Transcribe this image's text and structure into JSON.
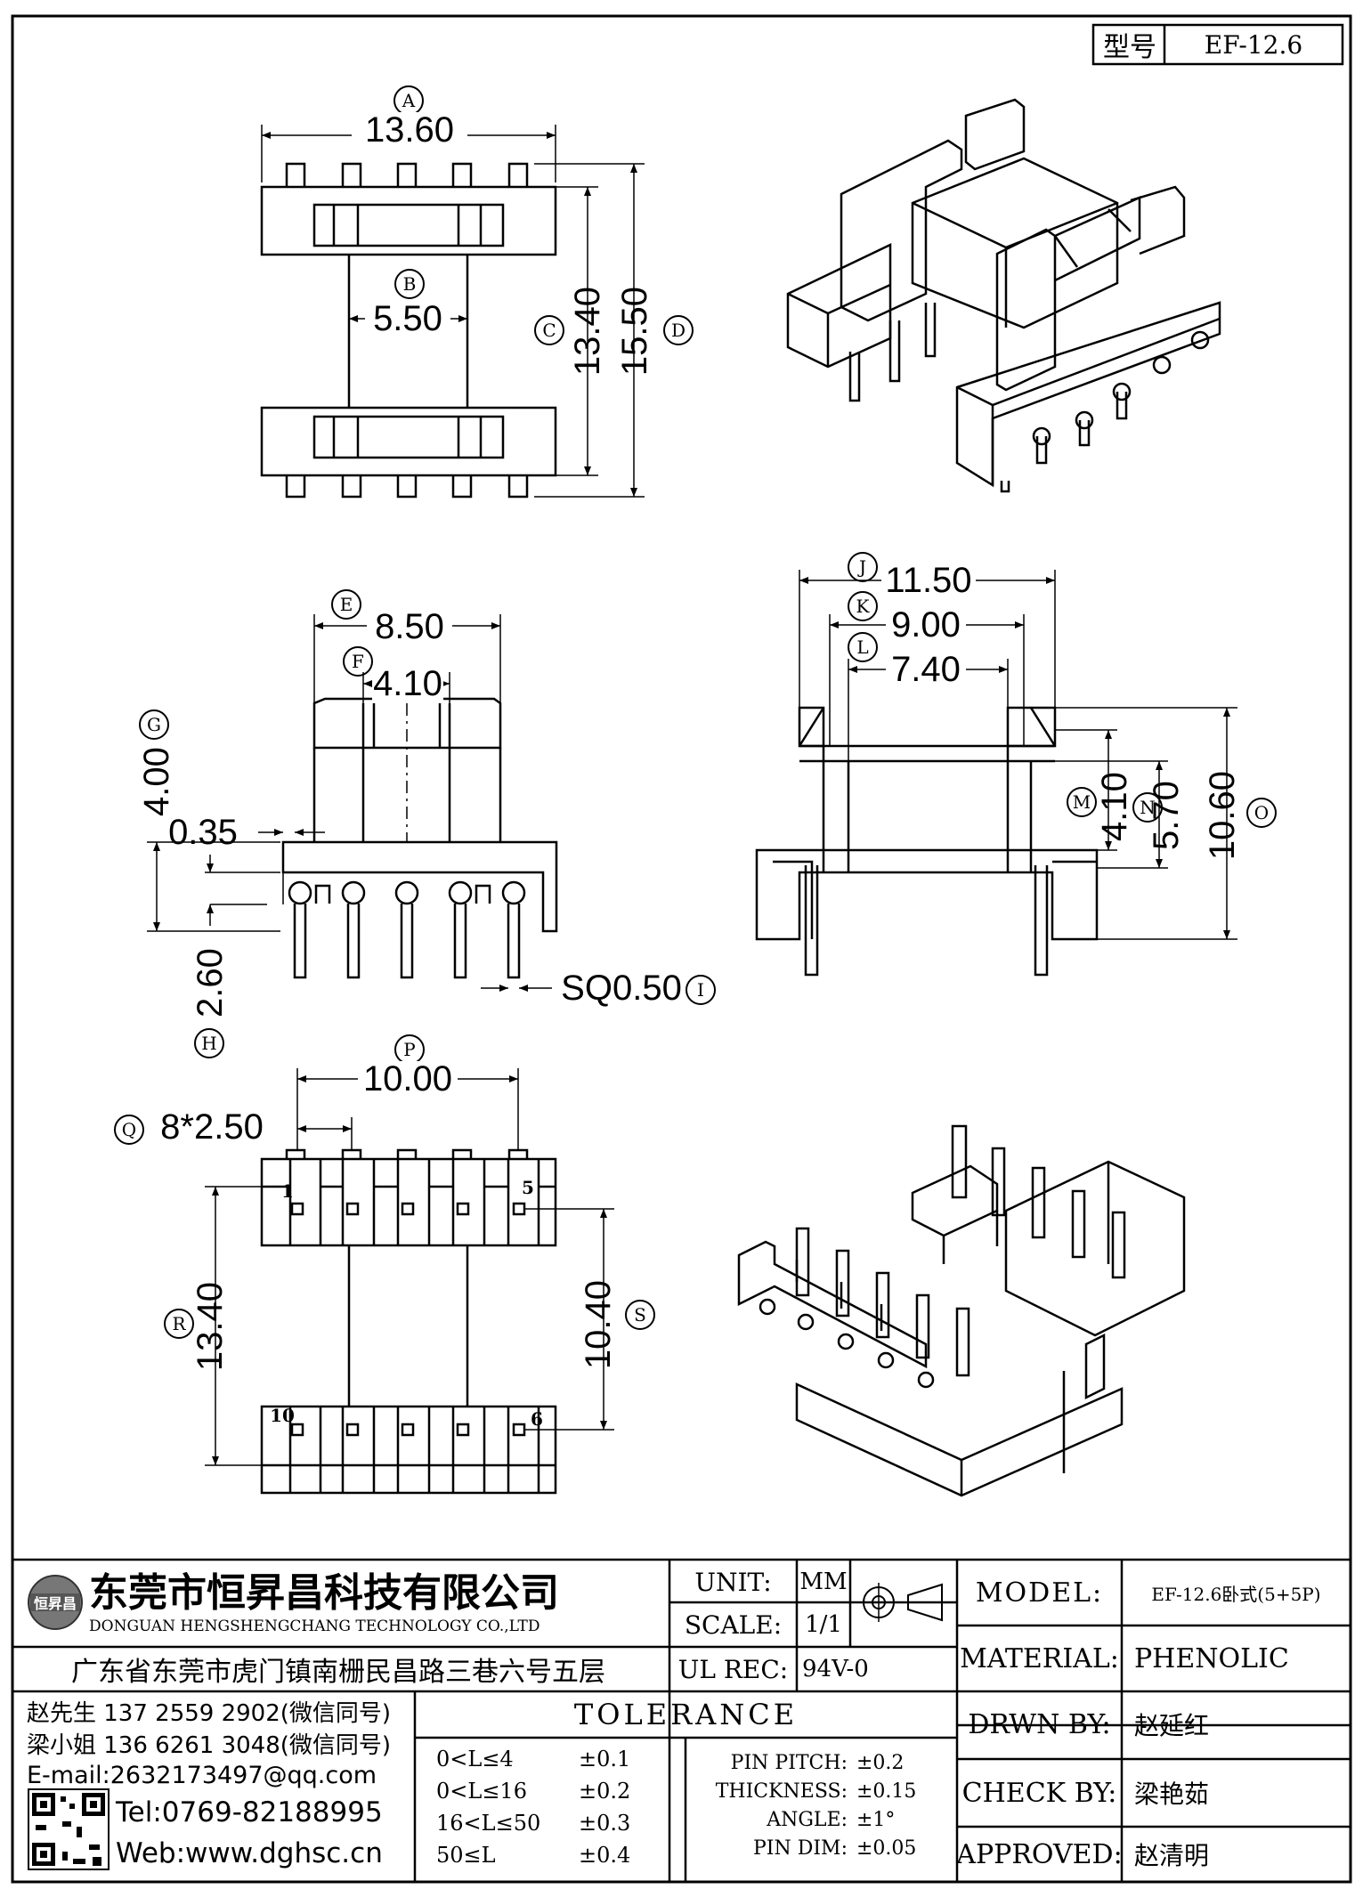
{
  "header": {
    "type_label": "型号",
    "type_value": "EF-12.6"
  },
  "dimensions": {
    "A": {
      "letter": "A",
      "value": "13.60"
    },
    "B": {
      "letter": "B",
      "value": "5.50"
    },
    "C": {
      "letter": "C",
      "value": "13.40"
    },
    "D": {
      "letter": "D",
      "value": "15.50"
    },
    "E": {
      "letter": "E",
      "value": "8.50"
    },
    "F": {
      "letter": "F",
      "value": "4.10"
    },
    "G": {
      "letter": "G",
      "value": "4.00"
    },
    "H": {
      "letter": "H",
      "value": "2.60"
    },
    "I": {
      "letter": "I",
      "value": "SQ0.50"
    },
    "J": {
      "letter": "J",
      "value": "11.50"
    },
    "K": {
      "letter": "K",
      "value": "9.00"
    },
    "L": {
      "letter": "L",
      "value": "7.40"
    },
    "M": {
      "letter": "M",
      "value": "4.10"
    },
    "N": {
      "letter": "N",
      "value": "5.70"
    },
    "O": {
      "letter": "O",
      "value": "10.60"
    },
    "P": {
      "letter": "P",
      "value": "10.00"
    },
    "Q": {
      "letter": "Q",
      "value": "8*2.50"
    },
    "R": {
      "letter": "R",
      "value": "13.40"
    },
    "S": {
      "letter": "S",
      "value": "10.40"
    },
    "extra": "0.35"
  },
  "pins": {
    "p1": "1",
    "p5": "5",
    "p10": "10",
    "p6": "6"
  },
  "company": {
    "name_cn": "东莞市恒昇昌科技有限公司",
    "name_en": "DONGUAN HENGSHENGCHANG TECHNOLOGY CO.,LTD",
    "logo_text": "恒昇昌",
    "address": "广东省东莞市虎门镇南栅民昌路三巷六号五层",
    "contact1": "赵先生 137 2559 2902(微信同号)",
    "contact2": "梁小姐 136 6261 3048(微信同号)",
    "email": "E-mail:2632173497@qq.com",
    "tel": "Tel:0769-82188995",
    "web": "Web:www.dghsc.cn"
  },
  "info": {
    "unit_label": "UNIT:",
    "unit_value": "MM",
    "scale_label": "SCALE:",
    "scale_value": "1/1",
    "ulrec_label": "UL REC:",
    "ulrec_value": "94V-0"
  },
  "tolerance": {
    "title": "TOLERANCE",
    "rows": [
      {
        "range": "0<L≤4",
        "tol": "±0.1"
      },
      {
        "range": "0<L≤16",
        "tol": "±0.2"
      },
      {
        "range": "16<L≤50",
        "tol": "±0.3"
      },
      {
        "range": "50≤L",
        "tol": "±0.4"
      }
    ],
    "specs": [
      {
        "label": "PIN PITCH:",
        "value": "±0.2"
      },
      {
        "label": "THICKNESS:",
        "value": "±0.15"
      },
      {
        "label": "ANGLE:",
        "value": "±1°"
      },
      {
        "label": "PIN DIM:",
        "value": "±0.05"
      }
    ]
  },
  "right_panel": {
    "model_label": "MODEL:",
    "model_value": "EF-12.6卧式(5+5P)",
    "material_label": "MATERIAL:",
    "material_value": "PHENOLIC",
    "drwn_label": "DRWN BY:",
    "drwn_value": "赵延红",
    "check_label": "CHECK BY:",
    "check_value": "梁艳茹",
    "approved_label": "APPROVED:",
    "approved_value": "赵清明"
  }
}
